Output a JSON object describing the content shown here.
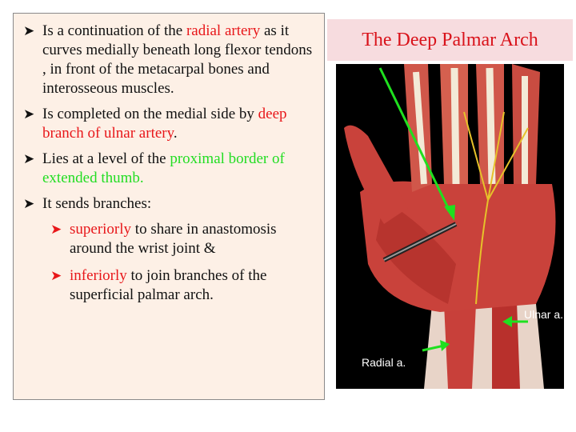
{
  "title": "The Deep Palmar Arch",
  "bullets": [
    {
      "pre": "Is a continuation of the ",
      "highlight": "radial artery",
      "post": " as it curves medially beneath long flexor tendons , in front of the metacarpal bones and interosseous muscles."
    },
    {
      "pre": "Is completed on the medial side by ",
      "highlight": "deep branch of ulnar artery",
      "post": "."
    },
    {
      "pre": "Lies at a level of the ",
      "highlight": "proximal border of extended thumb.",
      "post": ""
    },
    {
      "pre": "It sends branches:",
      "highlight": "",
      "post": ""
    }
  ],
  "sub_bullets": [
    {
      "highlight": "superiorly",
      "post": " to share in anastomosis around the wrist joint  &"
    },
    {
      "highlight": "inferiorly",
      "post": " to join branches of the superficial palmar arch."
    }
  ],
  "labels": {
    "ulnar": "Ulnar a.",
    "radial": "Radial a."
  },
  "colors": {
    "highlight_red": "#e8171a",
    "highlight_green": "#22dd22",
    "title_red": "#d9131b",
    "title_bg": "#f7dcdf",
    "textbox_bg": "#fdf0e6"
  }
}
